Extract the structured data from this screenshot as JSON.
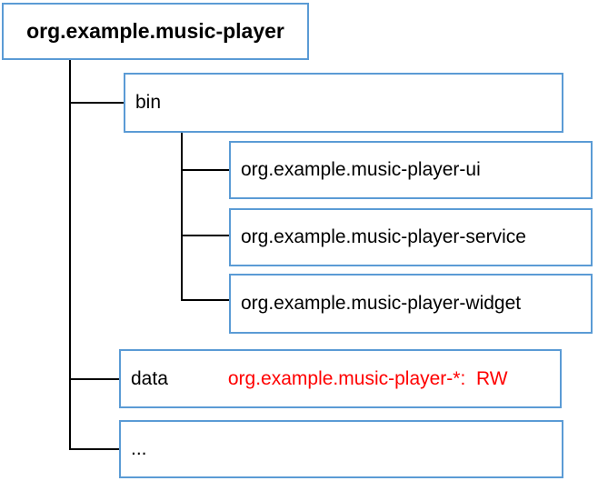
{
  "diagram": {
    "root": {
      "label": "org.example.music-player"
    },
    "bin": {
      "label": "bin",
      "children": {
        "ui": {
          "label": "org.example.music-player-ui"
        },
        "service": {
          "label": "org.example.music-player-service"
        },
        "widget": {
          "label": "org.example.music-player-widget"
        }
      }
    },
    "data": {
      "label": "data",
      "annotation": "org.example.music-player-*:  RW"
    },
    "ellipsis": {
      "label": "..."
    }
  },
  "colors": {
    "box_border": "#5B9BD5",
    "connector_line": "#000000",
    "text": "#000000",
    "annotation_red": "#FF0000",
    "background": "#FFFFFF"
  }
}
